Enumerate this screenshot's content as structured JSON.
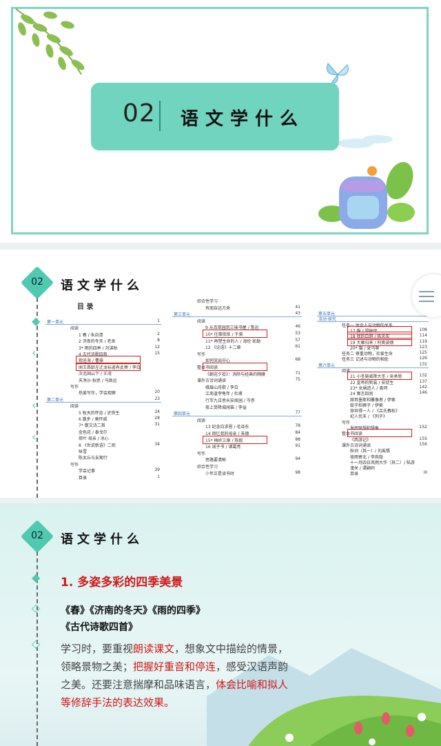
{
  "slide1": {
    "number": "02",
    "title": "语文学什么"
  },
  "slide2": {
    "number": "02",
    "title": "语文学什么",
    "toc_title": "目 录",
    "col1": [
      {
        "t": "第一单元",
        "n": "1"
      },
      {
        "t": "阅读",
        "n": ""
      },
      {
        "t": "1 春 / 朱自清",
        "n": "2"
      },
      {
        "t": "2 济南的冬天 / 老舍",
        "n": "8"
      },
      {
        "t": "3* 雨的四季 / 刘湛秋",
        "n": "12"
      },
      {
        "t": "4 古代诗歌四首",
        "n": "15"
      },
      {
        "t": "观沧海 / 曹操",
        "n": ""
      },
      {
        "t": "闻王昌龄左迁龙标遥有此寄 / 李白",
        "n": ""
      },
      {
        "t": "次北固山下 / 王湾",
        "n": ""
      },
      {
        "t": "天净沙·秋思 / 马致远",
        "n": ""
      },
      {
        "t": "写作",
        "n": ""
      },
      {
        "t": "热爱写作，学会观察",
        "n": "20"
      },
      {
        "t": "第二单元",
        "n": "23"
      },
      {
        "t": "阅读",
        "n": ""
      },
      {
        "t": "5 秋天的怀念 / 史铁生",
        "n": "24"
      },
      {
        "t": "6 散步 / 莫怀戚",
        "n": "28"
      },
      {
        "t": "7* 散文诗二首",
        "n": "31"
      },
      {
        "t": "金色花 / 泰戈尔",
        "n": ""
      },
      {
        "t": "荷叶·母亲 / 冰心",
        "n": ""
      },
      {
        "t": "8 《世说新语》二则",
        "n": "34"
      },
      {
        "t": "咏雪",
        "n": ""
      },
      {
        "t": "陈太丘与友期行",
        "n": ""
      },
      {
        "t": "写作",
        "n": ""
      },
      {
        "t": "学会记事",
        "n": "39"
      },
      {
        "t": "目录",
        "n": "1"
      }
    ],
    "col2": [
      {
        "t": "综合性学习",
        "n": ""
      },
      {
        "t": "有朋自远方来",
        "n": "41"
      },
      {
        "t": "第三单元",
        "n": "43"
      },
      {
        "t": "阅读",
        "n": ""
      },
      {
        "t": "9 从百草园到三味书屋 / 鲁迅",
        "n": "46"
      },
      {
        "t": "10* 往事依依 / 于漪",
        "n": "53"
      },
      {
        "t": "11* 再塑生命的人 / 海伦·凯勒",
        "n": "57"
      },
      {
        "t": "12 《论语》十二章",
        "n": "61"
      },
      {
        "t": "写作",
        "n": ""
      },
      {
        "t": "如何突出中心",
        "n": "68"
      },
      {
        "t": "整本书阅读",
        "n": ""
      },
      {
        "t": "《朝花夕拾》：消除与经典的隔膜",
        "n": "71"
      },
      {
        "t": "课外古诗词诵读",
        "n": "75"
      },
      {
        "t": "峨眉山月歌 / 李白",
        "n": ""
      },
      {
        "t": "江南逢李龟年 / 杜甫",
        "n": ""
      },
      {
        "t": "行军九日思长安故园 / 岑参",
        "n": ""
      },
      {
        "t": "夜上受降城闻笛 / 李益",
        "n": ""
      },
      {
        "t": "第四单元",
        "n": "77"
      },
      {
        "t": "阅读",
        "n": ""
      },
      {
        "t": "13 纪念白求恩 / 毛泽东",
        "n": "78"
      },
      {
        "t": "14 回忆我的母亲 / 朱德",
        "n": "84"
      },
      {
        "t": "15* 梅岭三章 / 陈毅",
        "n": "88"
      },
      {
        "t": "16 诫子书 / 诸葛亮",
        "n": "91"
      },
      {
        "t": "写作",
        "n": ""
      },
      {
        "t": "思路要清晰",
        "n": "94"
      },
      {
        "t": "综合性学习",
        "n": ""
      },
      {
        "t": "少年正是读书时",
        "n": "98"
      }
    ],
    "col3": [
      {
        "t": "第五单元",
        "n": ""
      },
      {
        "t": "活动·探究",
        "n": ""
      },
      {
        "t": "任务一 体会人与动物的关系",
        "n": ""
      },
      {
        "t": "17 猫 / 郑振铎",
        "n": "108"
      },
      {
        "t": "18 我的白鸽 / 陈忠实",
        "n": "114"
      },
      {
        "t": "19 大雁归来 / 利奥波德",
        "n": "119"
      },
      {
        "t": "20* 猫 / 夏丏尊",
        "n": "123"
      },
      {
        "t": "任务二 尊重动物，珍爱生命",
        "n": "125"
      },
      {
        "t": "任务三 记述与动物的相处",
        "n": "126"
      },
      {
        "t": "第六单元",
        "n": "131"
      },
      {
        "t": "阅读",
        "n": ""
      },
      {
        "t": "21 小圣施威降大圣 / 吴承恩",
        "n": "132"
      },
      {
        "t": "22 皇帝的新装 / 安徒生",
        "n": "137"
      },
      {
        "t": "23* 女娲造人 / 袁珂",
        "n": "142"
      },
      {
        "t": "24 寓言四则",
        "n": "146"
      },
      {
        "t": "赫耳墨斯和雕像者 / 伊索",
        "n": ""
      },
      {
        "t": "蚊子和狮子 / 伊索",
        "n": ""
      },
      {
        "t": "穿井得一人 / 《吕氏春秋》",
        "n": ""
      },
      {
        "t": "杞人忧天 / 《列子》",
        "n": ""
      },
      {
        "t": "写作",
        "n": ""
      },
      {
        "t": "发挥联想和想象",
        "n": "152"
      },
      {
        "t": "整本书阅读",
        "n": ""
      },
      {
        "t": "《西游记》",
        "n": "155"
      },
      {
        "t": "课外古诗词诵读",
        "n": "156"
      },
      {
        "t": "秋词（其一）/ 刘禹锡",
        "n": ""
      },
      {
        "t": "夜雨寄北 / 李商隐",
        "n": ""
      },
      {
        "t": "十一月四日风雨大作（其二）/ 陆游",
        "n": ""
      },
      {
        "t": "潼关 / 谭嗣同",
        "n": ""
      },
      {
        "t": "目录",
        "n": "III"
      }
    ]
  },
  "slide3": {
    "number": "02",
    "title": "语文学什么",
    "subtitle": "1. 多姿多彩的四季美景",
    "books_line1": "《春》《济南的冬天》《雨的四季》",
    "books_line2": "《古代诗歌四首》",
    "para": [
      {
        "t": "学习时，要重视",
        "red": false
      },
      {
        "t": "朗读课文",
        "red": true
      },
      {
        "t": "，想象文中描绘的情景，领略景物之美；",
        "red": false
      },
      {
        "t": "把握好重音和停连",
        "red": true
      },
      {
        "t": "，感受汉语声韵之美。还要注意揣摩和品味语言，",
        "red": false
      },
      {
        "t": "体会比喻和拟人等修辞手法的表达效果。",
        "red": true
      }
    ]
  },
  "colors": {
    "teal": "#71d4bf",
    "red": "#d01818",
    "frame": "#7fd3c3"
  }
}
